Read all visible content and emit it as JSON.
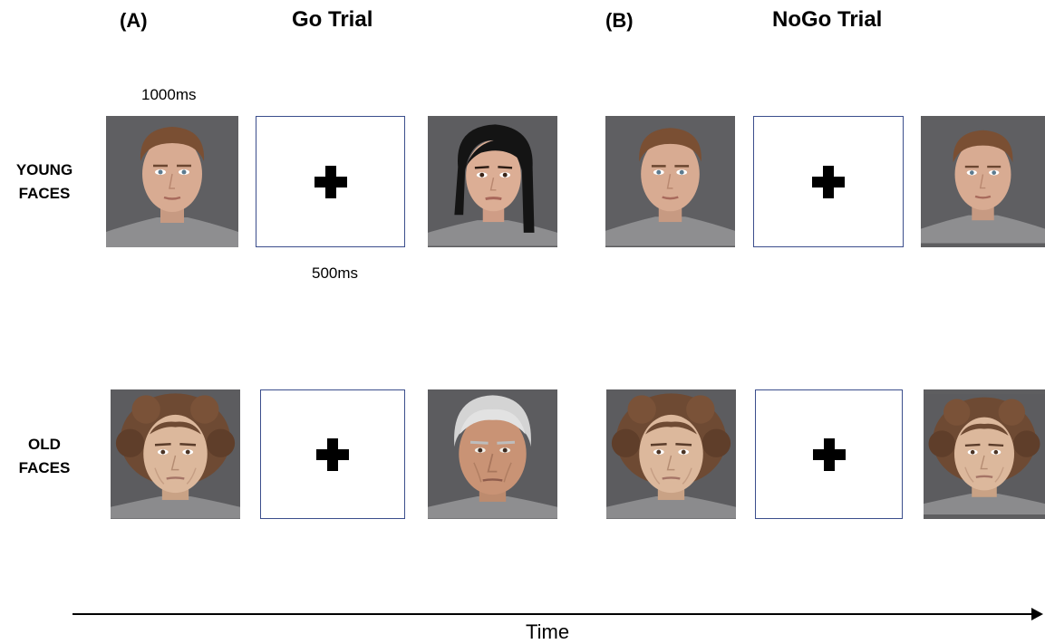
{
  "panels": {
    "a": {
      "label": "(A)",
      "title": "Go Trial"
    },
    "b": {
      "label": "(B)",
      "title": "NoGo Trial"
    }
  },
  "rows": {
    "young": {
      "line1": "YOUNG",
      "line2": "FACES"
    },
    "old": {
      "line1": "OLD",
      "line2": "FACES"
    }
  },
  "timings": {
    "face": "1000ms",
    "fixation": "500ms"
  },
  "axis": {
    "label": "Time"
  },
  "colors": {
    "fixation_border": "#3b4e8c",
    "photo_background": "#5e5e60"
  }
}
